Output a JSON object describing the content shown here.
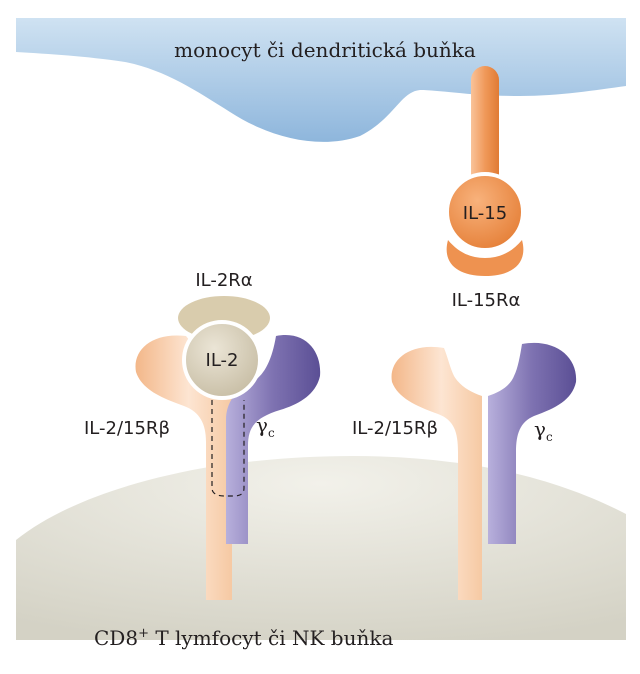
{
  "apc_cell": {
    "label": "monocyt či dendritická buňka"
  },
  "target_cell": {
    "label_main": "CD8",
    "label_sup": "+",
    "label_rest": " T lymfocyt či NK buňka"
  },
  "left_complex": {
    "alpha_label": "IL-2Rα",
    "cytokine_label": "IL-2",
    "beta_label": "IL-2/15Rβ",
    "gamma_label": "γ",
    "gamma_sub": "c"
  },
  "right_complex": {
    "cytokine_label": "IL-15",
    "alpha_label": "IL-15Rα",
    "beta_label": "IL-2/15Rβ",
    "gamma_label": "γ",
    "gamma_sub": "c"
  },
  "colors": {
    "apc_fill": "#a9cbe6",
    "target_cell_fill": "#e4e2d8",
    "beta_chain": "#f6c9a3",
    "gamma_chain": "#8478b5",
    "il15_orange": "#f0995a",
    "il2_fill": "#d6cdb8",
    "il2ra_fill": "#d9ccad"
  }
}
